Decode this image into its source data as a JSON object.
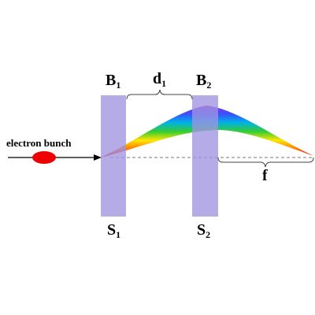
{
  "labels": {
    "b1_main": "B",
    "b1_sub": "1",
    "b2_main": "B",
    "b2_sub": "2",
    "s1_main": "S",
    "s1_sub": "1",
    "s2_main": "S",
    "s2_sub": "2",
    "d1_main": "d",
    "d1_sub": "1",
    "f": "f",
    "bunch": "electron bunch"
  },
  "colors": {
    "plate": "#9f93e0",
    "bunch": "#ee0000",
    "axis": "#555555",
    "spectrum": [
      "#ff0000",
      "#ff7a00",
      "#ffe600",
      "#33cc33",
      "#00b3e6",
      "#3355ff",
      "#8a2be2"
    ]
  }
}
